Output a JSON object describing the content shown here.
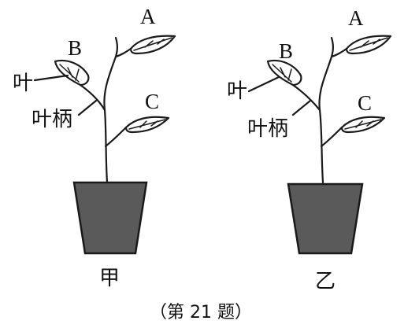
{
  "plants": [
    {
      "labels": {
        "A": "A",
        "B": "B",
        "C": "C",
        "leaf": "叶",
        "petiole": "叶柄"
      },
      "name": "甲"
    },
    {
      "labels": {
        "A": "A",
        "B": "B",
        "C": "C",
        "leaf": "叶",
        "petiole": "叶柄"
      },
      "name": "乙"
    }
  ],
  "caption": "（第 21 题）"
}
